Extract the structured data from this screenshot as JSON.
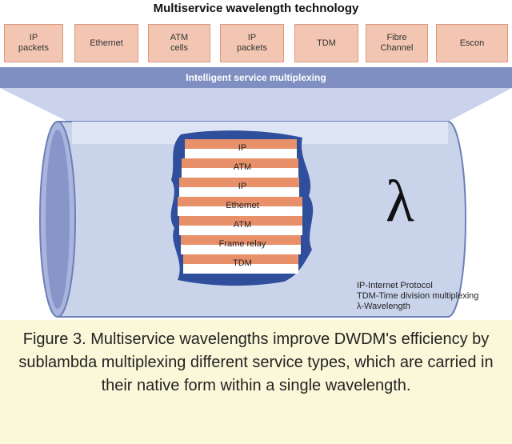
{
  "title": "Multiservice wavelength technology",
  "services": [
    {
      "label": "IP\npackets"
    },
    {
      "label": "Ethernet"
    },
    {
      "label": "ATM\ncells"
    },
    {
      "label": "IP\npackets"
    },
    {
      "label": "TDM"
    },
    {
      "label": "Fibre\nChannel"
    },
    {
      "label": "Escon"
    }
  ],
  "mux_label": "Intelligent service multiplexing",
  "stripes": [
    "IP",
    "ATM",
    "IP",
    "Ethernet",
    "ATM",
    "Frame relay",
    "TDM"
  ],
  "lambda_symbol": "λ",
  "legend": [
    "IP-Internet Protocol",
    "TDM-Time division multiplexing",
    "λ-Wavelength"
  ],
  "caption": "Figure 3. Multiservice wavelengths improve DWDM's efficiency by sublambda multiplexing different service types, which are carried in their native form within a single wavelength.",
  "colors": {
    "service_box": "#f2c6b3",
    "mux_bar": "#7f8fc2",
    "fiber": "#c9d3ea",
    "wave_blob": "#2f4f9c",
    "stripe_orange": "#e8906a",
    "caption_bg": "#fbf8d9"
  }
}
